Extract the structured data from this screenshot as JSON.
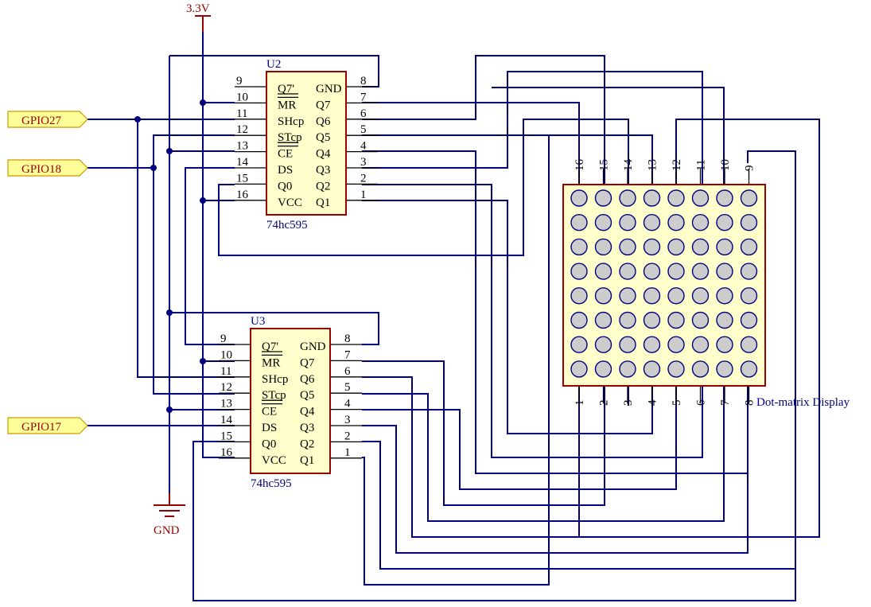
{
  "power": {
    "vcc_label": "3.3V",
    "gnd_label": "GND"
  },
  "gpio": [
    "GPIO27",
    "GPIO18",
    "GPIO17"
  ],
  "chips": [
    {
      "ref": "U2",
      "part": "74hc595",
      "left_nums": [
        "9",
        "10",
        "11",
        "12",
        "13",
        "14",
        "15",
        "16"
      ],
      "left_names": [
        "Q7'",
        "MR",
        "SHcp",
        "STcp",
        "CE",
        "DS",
        "Q0",
        "VCC"
      ],
      "right_nums": [
        "8",
        "7",
        "6",
        "5",
        "4",
        "3",
        "2",
        "1"
      ],
      "right_names": [
        "GND",
        "Q7",
        "Q6",
        "Q5",
        "Q4",
        "Q3",
        "Q2",
        "Q1"
      ]
    },
    {
      "ref": "U3",
      "part": "74hc595",
      "left_nums": [
        "9",
        "10",
        "11",
        "12",
        "13",
        "14",
        "15",
        "16"
      ],
      "left_names": [
        "Q7'",
        "MR",
        "SHcp",
        "STcp",
        "CE",
        "DS",
        "Q0",
        "VCC"
      ],
      "right_nums": [
        "8",
        "7",
        "6",
        "5",
        "4",
        "3",
        "2",
        "1"
      ],
      "right_names": [
        "GND",
        "Q7",
        "Q6",
        "Q5",
        "Q4",
        "Q3",
        "Q2",
        "Q1"
      ]
    }
  ],
  "matrix": {
    "title": "Dot-matrix Display",
    "rows": 8,
    "cols": 8,
    "top_pins": [
      "16",
      "15",
      "14",
      "13",
      "12",
      "11",
      "10",
      "9"
    ],
    "bottom_pins": [
      "1",
      "2",
      "3",
      "4",
      "5",
      "6",
      "7",
      "8"
    ]
  },
  "colors": {
    "wire": "#000080",
    "chip_fill": "#ffffcc",
    "chip_border": "#990000",
    "gpio_fill": "#ffff99",
    "power": "#990000",
    "led": "#cccccc"
  }
}
